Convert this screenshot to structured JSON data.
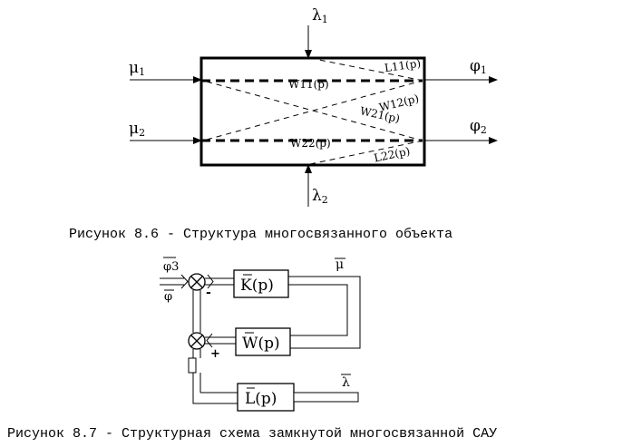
{
  "figure_8_6": {
    "caption": "Рисунок 8.6 - Структура многосвязанного объекта",
    "inputs": [
      "μ",
      "μ"
    ],
    "input_subscripts": [
      "1",
      "2"
    ],
    "outputs": [
      "φ",
      "φ"
    ],
    "output_subscripts": [
      "1",
      "2"
    ],
    "disturbances": [
      "λ",
      "λ"
    ],
    "disturbance_subscripts": [
      "1",
      "2"
    ],
    "transfer_labels": [
      "W11(p)",
      "W12(p)",
      "W21(p)",
      "W22(p)",
      "L11(p)",
      "L22(p)"
    ]
  },
  "figure_8_7": {
    "caption": "Рисунок 8.7 - Структурная схема замкнутой многосвязанной САУ",
    "setpoint_label": "φ3",
    "feedback_label": "φ",
    "control_label": "μ",
    "disturbance_label": "λ",
    "block_k": "K(p)",
    "block_w": "W(p)",
    "block_l": "L(p)",
    "sign_minus": "-",
    "sign_plus": "+"
  }
}
